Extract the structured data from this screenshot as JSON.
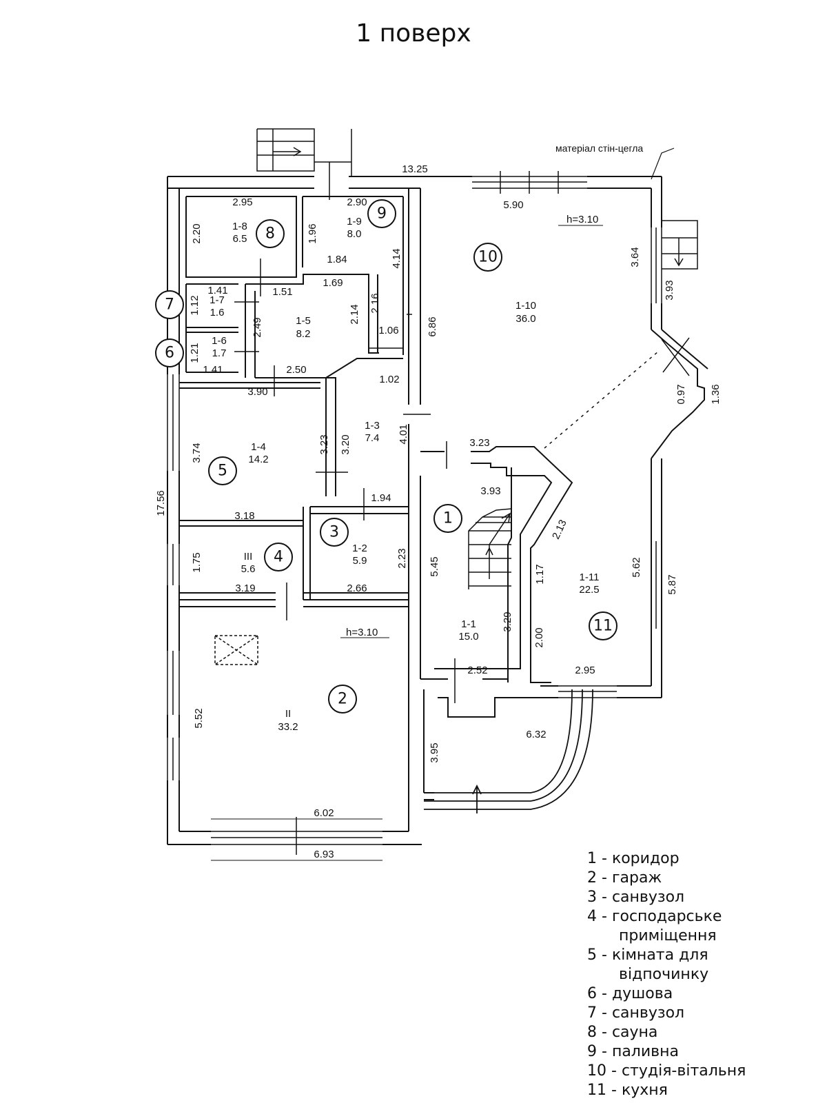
{
  "title": "1 поверх",
  "annotations": {
    "wall_material": "матеріал стін-цегла",
    "height_main": "h=3.10",
    "height_garage": "h=3.10"
  },
  "dimensions": {
    "overall_top": "13.25",
    "overall_left": "17.56",
    "bottom_outer": "6.93",
    "bottom_inner": "6.02",
    "d_2_95_a": "2.95",
    "d_2_90": "2.90",
    "d_5_90": "5.90",
    "d_2_20": "2.20",
    "d_1_96": "1.96",
    "d_1_84": "1.84",
    "d_4_14": "4.14",
    "d_1_41_a": "1.41",
    "d_1_12": "1.12",
    "d_1_51": "1.51",
    "d_1_69": "1.69",
    "d_2_16": "2.16",
    "d_2_49": "2.49",
    "d_2_14": "2.14",
    "d_1_06": "1.06",
    "d_1_21": "1.21",
    "d_1_41_b": "1.41",
    "d_2_50": "2.50",
    "d_1_02": "1.02",
    "d_6_86": "6.86",
    "d_3_64": "3.64",
    "d_3_93_a": "3.93",
    "d_0_97": "0.97",
    "d_1_36": "1.36",
    "d_3_90": "3.90",
    "d_3_74": "3.74",
    "d_3_23_a": "3.23",
    "d_3_20": "3.20",
    "d_4_01": "4.01",
    "d_3_23_b": "3.23",
    "d_3_93_b": "3.93",
    "d_3_18": "3.18",
    "d_1_94": "1.94",
    "d_2_13": "2.13",
    "d_1_75": "1.75",
    "d_5_45": "5.45",
    "d_2_23": "2.23",
    "d_1_17": "1.17",
    "d_5_62": "5.62",
    "d_5_87": "5.87",
    "d_3_19": "3.19",
    "d_2_66": "2.66",
    "d_3_29": "3.29",
    "d_2_00": "2.00",
    "d_2_52": "2.52",
    "d_2_95_b": "2.95",
    "d_5_52": "5.52",
    "d_6_32": "6.32",
    "d_3_95": "3.95"
  },
  "rooms": {
    "r1_1": {
      "code": "1-1",
      "area": "15.0"
    },
    "r1_2": {
      "code": "1-2",
      "area": "5.9"
    },
    "r1_3": {
      "code": "1-3",
      "area": "7.4"
    },
    "r1_4": {
      "code": "1-4",
      "area": "14.2"
    },
    "r1_5": {
      "code": "1-5",
      "area": "8.2"
    },
    "r1_6": {
      "code": "1-6",
      "area": "1.7"
    },
    "r1_7": {
      "code": "1-7",
      "area": "1.6"
    },
    "r1_8": {
      "code": "1-8",
      "area": "6.5"
    },
    "r1_9": {
      "code": "1-9",
      "area": "8.0"
    },
    "r1_10": {
      "code": "1-10",
      "area": "36.0"
    },
    "r1_11": {
      "code": "1-11",
      "area": "22.5"
    },
    "rII": {
      "code": "II",
      "area": "33.2"
    },
    "rIII": {
      "code": "III",
      "area": "5.6"
    }
  },
  "markers": [
    "1",
    "2",
    "3",
    "4",
    "5",
    "6",
    "7",
    "8",
    "9",
    "10",
    "11"
  ],
  "legend": [
    {
      "num": "1",
      "text": "коридор",
      "cont": ""
    },
    {
      "num": "2",
      "text": "гараж",
      "cont": ""
    },
    {
      "num": "3",
      "text": "санвузол",
      "cont": ""
    },
    {
      "num": "4",
      "text": "господарське",
      "cont": "приміщення"
    },
    {
      "num": "5",
      "text": "кімната для",
      "cont": "відпочинку"
    },
    {
      "num": "6",
      "text": "душова",
      "cont": ""
    },
    {
      "num": "7",
      "text": "санвузол",
      "cont": ""
    },
    {
      "num": "8",
      "text": "сауна",
      "cont": ""
    },
    {
      "num": "9",
      "text": "паливна",
      "cont": ""
    },
    {
      "num": "10",
      "text": "студія-вітальня",
      "cont": ""
    },
    {
      "num": "11",
      "text": "кухня",
      "cont": ""
    }
  ]
}
